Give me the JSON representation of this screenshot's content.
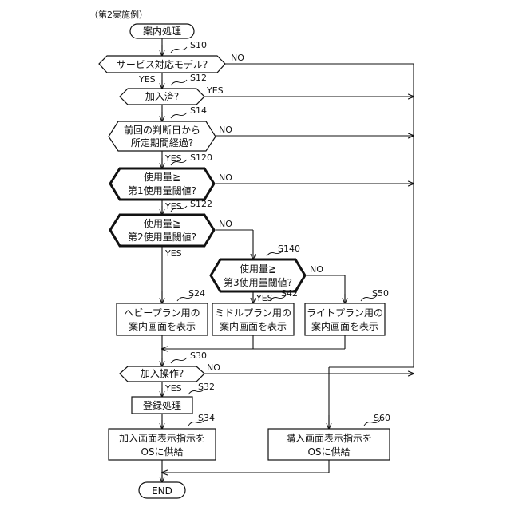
{
  "caption": "（第2実施例）",
  "nodes": {
    "start": {
      "text": "案内処理"
    },
    "s10": {
      "tag": "S10",
      "lines": [
        "サービス対応モデル?"
      ]
    },
    "s12": {
      "tag": "S12",
      "lines": [
        "加入済?"
      ]
    },
    "s14": {
      "tag": "S14",
      "lines": [
        "前回の判断日から",
        "所定期間経過?"
      ]
    },
    "s120": {
      "tag": "S120",
      "lines": [
        "使用量≧",
        "第1使用量閾値?"
      ]
    },
    "s122": {
      "tag": "S122",
      "lines": [
        "使用量≧",
        "第2使用量閾値?"
      ]
    },
    "s140": {
      "tag": "S140",
      "lines": [
        "使用量≧",
        "第3使用量閾値?"
      ]
    },
    "s24": {
      "tag": "S24",
      "lines": [
        "ヘビープラン用の",
        "案内画面を表示"
      ]
    },
    "s42": {
      "tag": "S42",
      "lines": [
        "ミドルプラン用の",
        "案内画面を表示"
      ]
    },
    "s50": {
      "tag": "S50",
      "lines": [
        "ライトプラン用の",
        "案内画面を表示"
      ]
    },
    "s30": {
      "tag": "S30",
      "lines": [
        "加入操作?"
      ]
    },
    "s32": {
      "tag": "S32",
      "lines": [
        "登録処理"
      ]
    },
    "s34": {
      "tag": "S34",
      "lines": [
        "加入画面表示指示を",
        "OSに供給"
      ]
    },
    "s60": {
      "tag": "S60",
      "lines": [
        "購入画面表示指示を",
        "OSに供給"
      ]
    },
    "end": {
      "text": "END"
    }
  },
  "labels": {
    "yes": "YES",
    "no": "NO"
  }
}
